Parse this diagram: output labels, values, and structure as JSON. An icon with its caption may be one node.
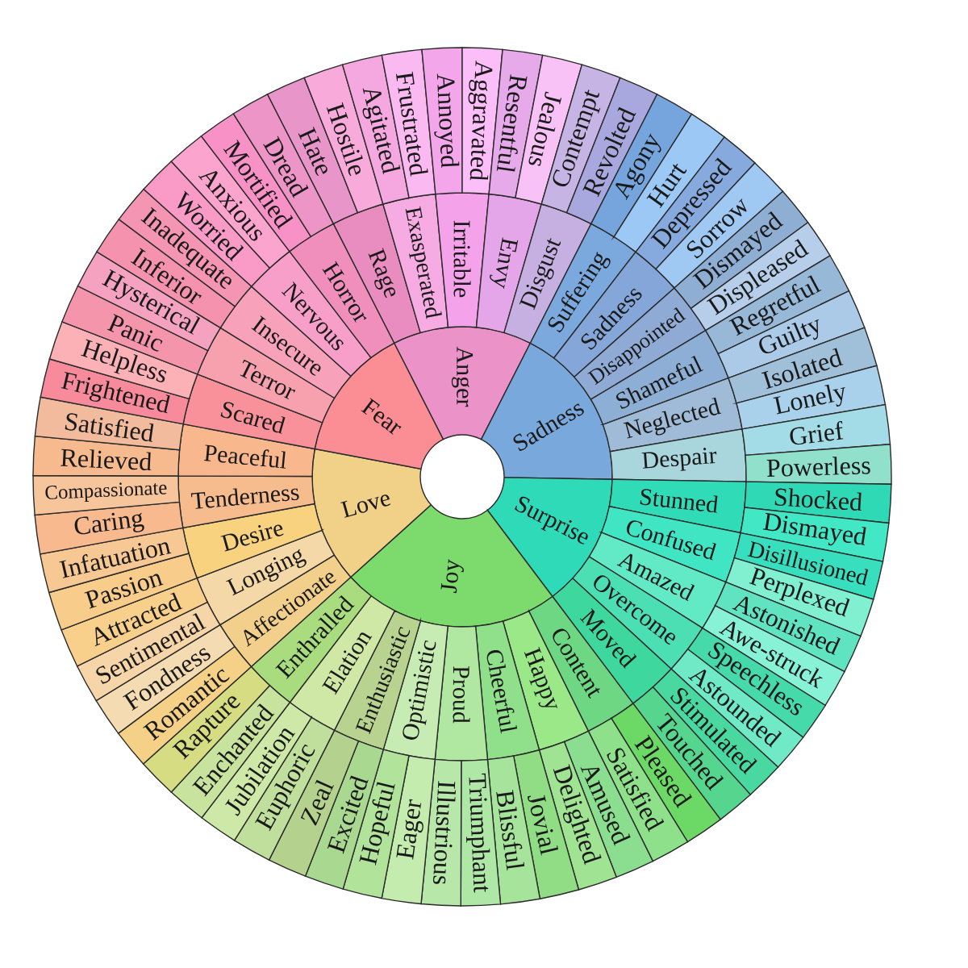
{
  "diagram": {
    "nodes": [
      {
        "text": [
          "Anger"
        ]
      },
      {
        "text": [
          "Rage"
        ]
      },
      {
        "text": [
          "Exasperated"
        ]
      },
      {
        "text": [
          "Irritable"
        ]
      },
      {
        "text": [
          "Envy"
        ]
      },
      {
        "text": [
          "Disgust"
        ]
      },
      {
        "text": [
          "Hate"
        ]
      },
      {
        "text": [
          "Hostile"
        ]
      },
      {
        "text": [
          "Agitated"
        ]
      },
      {
        "text": [
          "Frustrated"
        ]
      },
      {
        "text": [
          "Annoyed"
        ]
      },
      {
        "text": [
          "Aggravated"
        ]
      },
      {
        "text": [
          "Resentful"
        ]
      },
      {
        "text": [
          "Jealous"
        ]
      },
      {
        "text": [
          "Contempt"
        ]
      },
      {
        "text": [
          "Revolted"
        ]
      },
      {
        "text": [
          "Sadness"
        ]
      },
      {
        "text": [
          "Suffering"
        ]
      },
      {
        "text": [
          "Sadness"
        ]
      },
      {
        "text": [
          "Disappointed"
        ]
      },
      {
        "text": [
          "Shameful"
        ]
      },
      {
        "text": [
          "Neglected"
        ]
      },
      {
        "text": [
          "Despair"
        ]
      },
      {
        "text": [
          "Agony"
        ]
      },
      {
        "text": [
          "Hurt"
        ]
      },
      {
        "text": [
          "Depressed"
        ]
      },
      {
        "text": [
          "Sorrow"
        ]
      },
      {
        "text": [
          "Dismayed"
        ]
      },
      {
        "text": [
          "Displeased"
        ]
      },
      {
        "text": [
          "Regretful"
        ]
      },
      {
        "text": [
          "Guilty"
        ]
      },
      {
        "text": [
          "Isolated"
        ]
      },
      {
        "text": [
          "Lonely"
        ]
      },
      {
        "text": [
          "Grief"
        ]
      },
      {
        "text": [
          "Powerless"
        ]
      },
      {
        "text": [
          "Surprise"
        ]
      },
      {
        "text": [
          "Stunned"
        ]
      },
      {
        "text": [
          "Confused"
        ]
      },
      {
        "text": [
          "Amazed"
        ]
      },
      {
        "text": [
          "Overcome"
        ]
      },
      {
        "text": [
          "Moved"
        ]
      },
      {
        "text": [
          "Shocked"
        ]
      },
      {
        "text": [
          "Dismayed"
        ]
      },
      {
        "text": [
          "Disillusioned"
        ]
      },
      {
        "text": [
          "Perplexed"
        ]
      },
      {
        "text": [
          "Astonished"
        ]
      },
      {
        "text": [
          "Awe-struck"
        ]
      },
      {
        "text": [
          "Speechless"
        ]
      },
      {
        "text": [
          "Astounded"
        ]
      },
      {
        "text": [
          "Stimulated"
        ]
      },
      {
        "text": [
          "Touched"
        ]
      },
      {
        "text": [
          "Joy"
        ]
      },
      {
        "text": [
          "Content"
        ]
      },
      {
        "text": [
          "Happy"
        ]
      },
      {
        "text": [
          "Cheerful"
        ]
      },
      {
        "text": [
          "Proud"
        ]
      },
      {
        "text": [
          "Optimistic"
        ]
      },
      {
        "text": [
          "Enthusiastic"
        ]
      },
      {
        "text": [
          "Elation"
        ]
      },
      {
        "text": [
          "Enthralled"
        ]
      },
      {
        "text": [
          "Pleased"
        ]
      },
      {
        "text": [
          "Satisfied"
        ]
      },
      {
        "text": [
          "Amused"
        ]
      },
      {
        "text": [
          "Delighted"
        ]
      },
      {
        "text": [
          "Jovial"
        ]
      },
      {
        "text": [
          "Blissful"
        ]
      },
      {
        "text": [
          "Triumphant"
        ]
      },
      {
        "text": [
          "Illustrious"
        ]
      },
      {
        "text": [
          "Eager"
        ]
      },
      {
        "text": [
          "Hopeful"
        ]
      },
      {
        "text": [
          "Excited"
        ]
      },
      {
        "text": [
          "Zeal"
        ]
      },
      {
        "text": [
          "Euphoric"
        ]
      },
      {
        "text": [
          "Jubilation"
        ]
      },
      {
        "text": [
          "Enchanted"
        ]
      },
      {
        "text": [
          "Rapture"
        ]
      },
      {
        "text": [
          "Love"
        ]
      },
      {
        "text": [
          "Affectionate"
        ]
      },
      {
        "text": [
          "Longing"
        ]
      },
      {
        "text": [
          "Desire"
        ]
      },
      {
        "text": [
          "Tenderness"
        ]
      },
      {
        "text": [
          "Peaceful"
        ]
      },
      {
        "text": [
          "Romantic"
        ]
      },
      {
        "text": [
          "Fondness"
        ]
      },
      {
        "text": [
          "Sentimental"
        ]
      },
      {
        "text": [
          "Attracted"
        ]
      },
      {
        "text": [
          "Passion"
        ]
      },
      {
        "text": [
          "Infatuation"
        ]
      },
      {
        "text": [
          "Caring"
        ]
      },
      {
        "text": [
          "Compassionate"
        ]
      },
      {
        "text": [
          "Relieved"
        ]
      },
      {
        "text": [
          "Satisfied"
        ]
      },
      {
        "text": [
          "Fear"
        ]
      },
      {
        "text": [
          "Scared"
        ]
      },
      {
        "text": [
          "Terror"
        ]
      },
      {
        "text": [
          "Insecure"
        ]
      },
      {
        "text": [
          "Nervous"
        ]
      },
      {
        "text": [
          "Horror"
        ]
      },
      {
        "text": [
          "Frightened"
        ]
      },
      {
        "text": [
          "Helpless"
        ]
      },
      {
        "text": [
          "Panic"
        ]
      },
      {
        "text": [
          "Hysterical"
        ]
      },
      {
        "text": [
          "Inferior"
        ]
      },
      {
        "text": [
          "Inadequate"
        ]
      },
      {
        "text": [
          "Worried"
        ]
      },
      {
        "text": [
          "Anxious"
        ]
      },
      {
        "text": [
          "Mortified"
        ]
      },
      {
        "text": [
          "Dread"
        ]
      }
    ]
  }
}
